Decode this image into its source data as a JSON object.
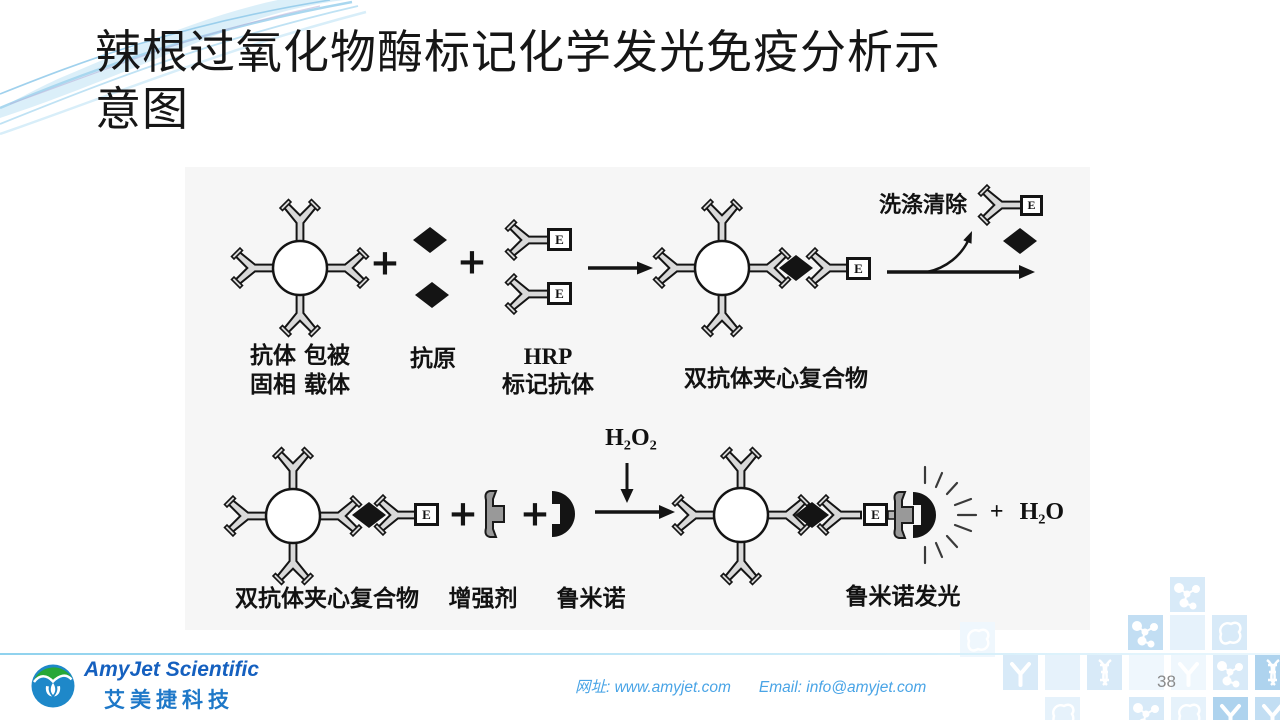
{
  "slide": {
    "title_lines": [
      "辣根过氧化物酶标记化学发光免疫分析示",
      "意图"
    ],
    "page_number": "38"
  },
  "diagram": {
    "plus": "+",
    "enzyme_letter": "E",
    "row1": {
      "label_coated_line1": "抗体 包被",
      "label_coated_line2": "固相 载体",
      "label_antigen": "抗原",
      "label_hrp_line1": "HRP",
      "label_hrp_line2": "标记抗体",
      "label_sandwich": "双抗体夹心复合物",
      "label_wash": "洗涤清除"
    },
    "row2": {
      "label_sandwich": "双抗体夹心复合物",
      "label_enhancer": "增强剂",
      "label_luminol": "鲁米诺",
      "h2o2": "H₂O₂",
      "label_glow": "鲁米诺发光",
      "plus_h2o": "+ H₂O"
    }
  },
  "footer": {
    "brand_en": "AmyJet Scientific",
    "brand_cn": "艾美捷科技",
    "website": "网址: www.amyjet.com",
    "email": "Email: info@amyjet.com"
  },
  "colors": {
    "brand_blue": "#1560bf",
    "link_blue": "#49a4e6",
    "accent_line": "#8fd2ee",
    "diagram_ink": "#141414",
    "antibody_fill": "#d9d9d9",
    "enhancer_gray": "#999999",
    "mosaic_blue": "#aed3ee"
  }
}
